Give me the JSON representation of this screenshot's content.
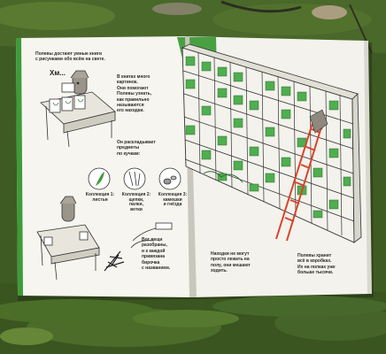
{
  "book": {
    "left_page": {
      "title_text": "Полевы достают умные книги\nс рисунками обо всём на свете.",
      "exclaim": "Хм...",
      "para_1": "В книгах много\nкартинок.\nОни помогают\nПолевы узнать,\nкак правильно\nназываются\nего находки.",
      "para_2": "Он раскладывает\nпредметы\nпо кучкам:",
      "collection_1": "Коллекция 1:\nлистья",
      "collection_2": "Коллекция 2:\nщепки,\nпалки,\nветки",
      "collection_3": "Коллекция 3:\nкамешки\nи гнёзда",
      "para_3": "Вот вещи\nразобраны,\nи к каждой\nпривязана\nбирочка\nс названием."
    },
    "right_page": {
      "para_left": "Находки не могут\nпросто лежать на\nполу, они мешают\nходить.",
      "para_right": "Полевы хранит\nвсё в коробках.\nИх на полках уже\nбольше тысячи."
    },
    "colors": {
      "page": "#f6f5ef",
      "accent_green": "#3f9b3a",
      "shelf_green": "#4fae4f",
      "ladder_red": "#d8432a",
      "grass": "#3c5a22"
    }
  }
}
